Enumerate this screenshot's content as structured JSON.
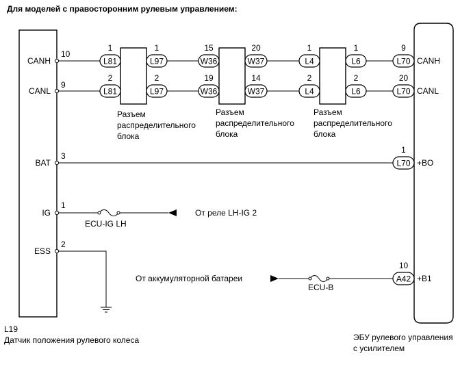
{
  "title": "Для моделей с правосторонним рулевым управлением:",
  "left_component": {
    "code": "L19",
    "name": "Датчик положения рулевого колеса",
    "pins": [
      {
        "label": "CANH",
        "num": "10"
      },
      {
        "label": "CANL",
        "num": "9"
      },
      {
        "label": "BAT",
        "num": "3"
      },
      {
        "label": "IG",
        "num": "1"
      },
      {
        "label": "ESS",
        "num": "2"
      }
    ]
  },
  "right_component": {
    "name_line1": "ЭБУ рулевого управления",
    "name_line2": "с усилителем",
    "pins": [
      {
        "label": "CANH",
        "num": "9",
        "conn": "L70"
      },
      {
        "label": "CANL",
        "num": "20",
        "conn": "L70"
      },
      {
        "label": "+BO",
        "num": "1",
        "conn": "L70"
      },
      {
        "label": "+B1",
        "num": "10",
        "conn": "A42"
      }
    ]
  },
  "junction_blocks": [
    {
      "line1": "Разъем",
      "line2": "распределительного",
      "line3": "блока",
      "canh": {
        "left_conn": "L81",
        "left_num": "1",
        "right_conn": "L97",
        "right_num": "1"
      },
      "canl": {
        "left_conn": "L81",
        "left_num": "2",
        "right_conn": "L97",
        "right_num": "2"
      }
    },
    {
      "line1": "Разъем",
      "line2": "распределительного",
      "line3": "блока",
      "canh": {
        "left_conn": "W36",
        "left_num": "15",
        "right_conn": "W37",
        "right_num": "20"
      },
      "canl": {
        "left_conn": "W36",
        "left_num": "19",
        "right_conn": "W37",
        "right_num": "14"
      }
    },
    {
      "line1": "Разъем",
      "line2": "распределительного",
      "line3": "блока",
      "canh": {
        "left_conn": "L4",
        "left_num": "1",
        "right_conn": "L6",
        "right_num": "1"
      },
      "canl": {
        "left_conn": "L4",
        "left_num": "2",
        "right_conn": "L6",
        "right_num": "2"
      }
    }
  ],
  "fuses": [
    {
      "name": "ECU-IG LH",
      "source": "От реле LH-IG 2"
    },
    {
      "name": "ECU-B",
      "source": "От аккумуляторной батареи"
    }
  ]
}
